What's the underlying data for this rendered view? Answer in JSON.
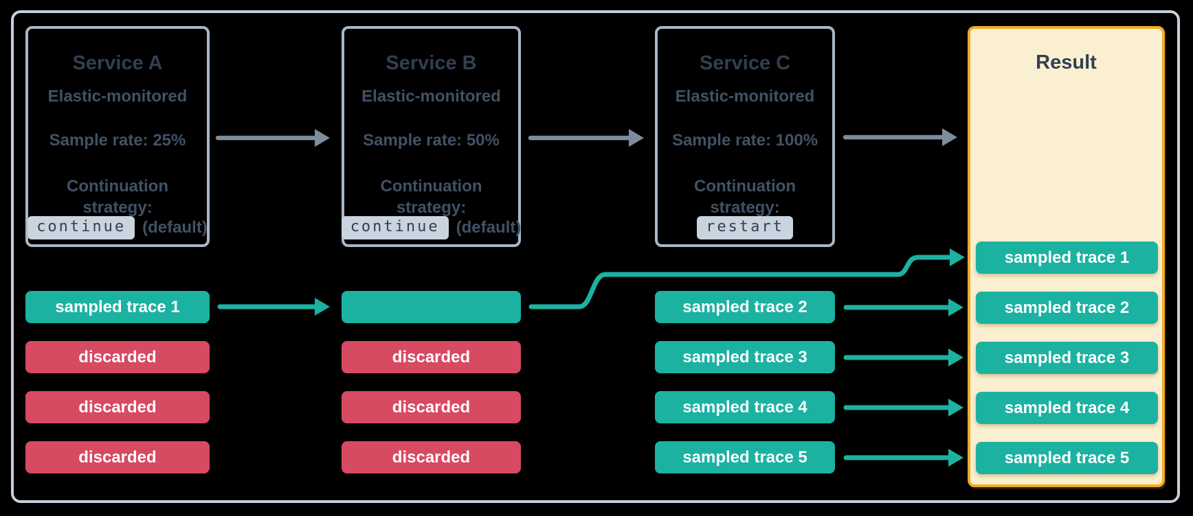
{
  "colors": {
    "background": "#000000",
    "outer_border": "#c6d0dc",
    "box_border": "#a9b7c7",
    "slate_title": "#333f4f",
    "slate_body": "#415266",
    "code_bg": "#c9d4df",
    "arrow_gray": "#7e8c9c",
    "teal": "#1cb2a2",
    "red": "#d64a62",
    "badge_text": "#ffffff",
    "result_bg": "#faf0d1",
    "result_border": "#f2ab25"
  },
  "services": [
    {
      "title": "Service A",
      "monitoring": "Elastic-monitored",
      "sample_rate": "Sample rate: 25%",
      "continuation_line1": "Continuation",
      "continuation_line2": "strategy:",
      "strategy_code": "continue",
      "strategy_note": "(default)"
    },
    {
      "title": "Service B",
      "monitoring": "Elastic-monitored",
      "sample_rate": "Sample rate: 50%",
      "continuation_line1": "Continuation",
      "continuation_line2": "strategy:",
      "strategy_code": "continue",
      "strategy_note": "(default)"
    },
    {
      "title": "Service C",
      "monitoring": "Elastic-monitored",
      "sample_rate": "Sample rate: 100%",
      "continuation_line1": "Continuation",
      "continuation_line2": "strategy:",
      "strategy_code": "restart",
      "strategy_note": ""
    }
  ],
  "trace_columns": [
    {
      "badges": [
        {
          "text": "sampled trace 1",
          "kind": "sampled"
        },
        {
          "text": "discarded",
          "kind": "discarded"
        },
        {
          "text": "discarded",
          "kind": "discarded"
        },
        {
          "text": "discarded",
          "kind": "discarded"
        }
      ]
    },
    {
      "badges": [
        {
          "text": "",
          "kind": "sampled"
        },
        {
          "text": "discarded",
          "kind": "discarded"
        },
        {
          "text": "discarded",
          "kind": "discarded"
        },
        {
          "text": "discarded",
          "kind": "discarded"
        }
      ]
    },
    {
      "badges": [
        {
          "text": "sampled trace 2",
          "kind": "sampled"
        },
        {
          "text": "sampled trace 3",
          "kind": "sampled"
        },
        {
          "text": "sampled trace 4",
          "kind": "sampled"
        },
        {
          "text": "sampled trace 5",
          "kind": "sampled"
        }
      ]
    }
  ],
  "result": {
    "title": "Result",
    "badges": [
      "sampled trace 1",
      "sampled trace 2",
      "sampled trace 3",
      "sampled trace 4",
      "sampled trace 5"
    ]
  }
}
